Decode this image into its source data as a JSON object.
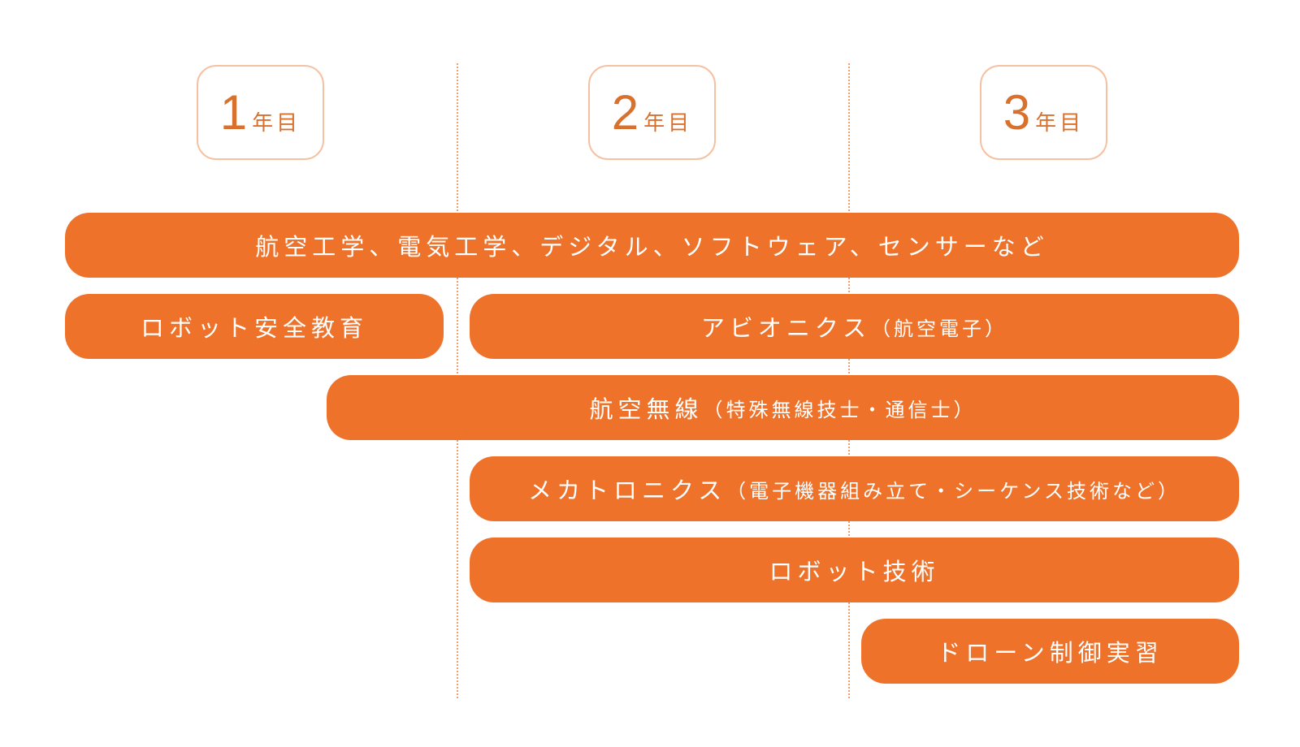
{
  "years": [
    {
      "num": "1",
      "suffix": "年目"
    },
    {
      "num": "2",
      "suffix": "年目"
    },
    {
      "num": "3",
      "suffix": "年目"
    }
  ],
  "colors": {
    "bar": "#ef722a",
    "year_text": "#d9712e",
    "year_border": "#f4c2a3",
    "divider": "#f0a070"
  },
  "subjects": [
    {
      "main": "航空工学、電気工学、デジタル、ソフトウェア、センサーなど",
      "sub": ""
    },
    {
      "main": "ロボット安全教育",
      "sub": ""
    },
    {
      "main": "アビオニクス",
      "sub": "（航空電子）"
    },
    {
      "main": "航空無線",
      "sub": "（特殊無線技士・通信士）"
    },
    {
      "main": "メカトロニクス",
      "sub": "（電子機器組み立て・シーケンス技術など）"
    },
    {
      "main": "ロボット技術",
      "sub": ""
    },
    {
      "main": "ドローン制御実習",
      "sub": ""
    }
  ]
}
